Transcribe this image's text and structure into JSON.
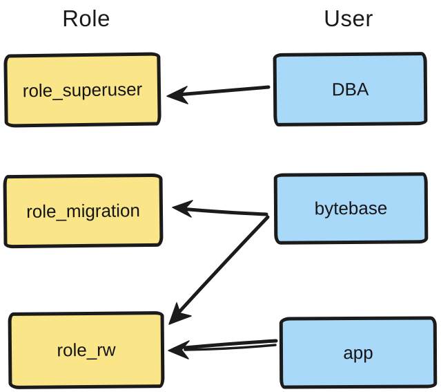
{
  "diagram": {
    "columns": [
      {
        "title": "Role"
      },
      {
        "title": "User"
      }
    ],
    "nodes": [
      {
        "id": "role_superuser",
        "label": "role_superuser",
        "type": "role"
      },
      {
        "id": "role_migration",
        "label": "role_migration",
        "type": "role"
      },
      {
        "id": "role_rw",
        "label": "role_rw",
        "type": "role"
      },
      {
        "id": "DBA",
        "label": "DBA",
        "type": "user"
      },
      {
        "id": "bytebase",
        "label": "bytebase",
        "type": "user"
      },
      {
        "id": "app",
        "label": "app",
        "type": "user"
      }
    ],
    "edges": [
      {
        "from": "DBA",
        "to": "role_superuser"
      },
      {
        "from": "bytebase",
        "to": "role_migration"
      },
      {
        "from": "bytebase",
        "to": "role_rw"
      },
      {
        "from": "app",
        "to": "role_rw"
      }
    ],
    "colors": {
      "role_fill": "#FAE588",
      "user_fill": "#A9D9F8",
      "stroke": "#1B1B1B",
      "background": "#FFFFFF"
    }
  }
}
